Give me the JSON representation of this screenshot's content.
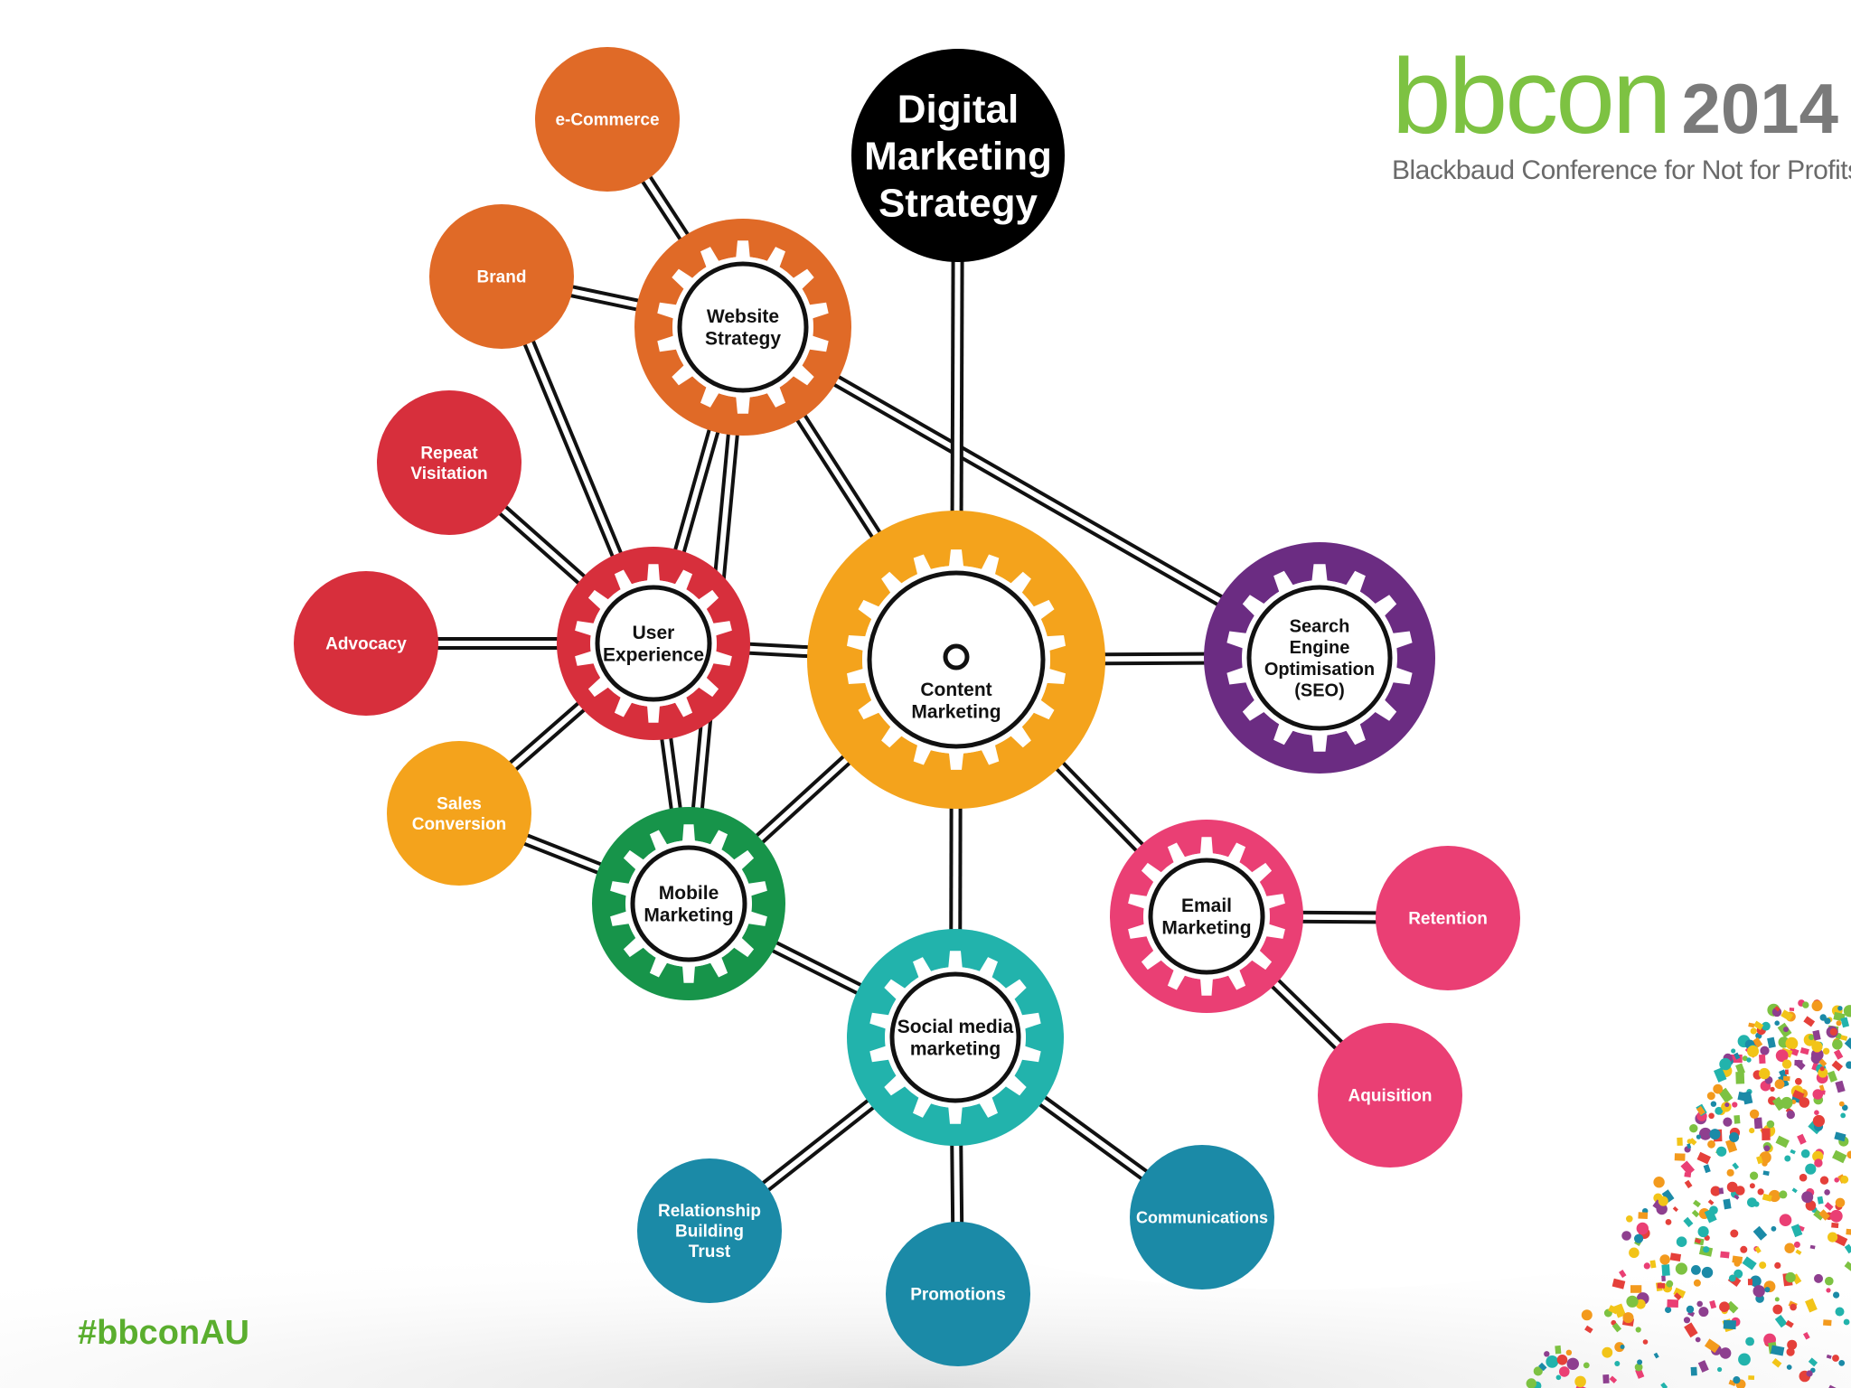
{
  "logo": {
    "word": "bbcon",
    "year": "2014",
    "tagline": "Blackbaud Conference for Not for Profits",
    "color": "#7dc242"
  },
  "hashtag": "#bbconAU",
  "diagram": {
    "title_lines": [
      "Digital",
      "Marketing",
      "Strategy"
    ],
    "hubs": [
      {
        "id": "website",
        "lines": [
          "Website",
          "Strategy"
        ],
        "color": "#e06a27"
      },
      {
        "id": "ux",
        "lines": [
          "User",
          "Experience"
        ],
        "color": "#d72f3c"
      },
      {
        "id": "content",
        "lines": [
          "Content",
          "Marketing"
        ],
        "color": "#f4a31c"
      },
      {
        "id": "seo",
        "lines": [
          "Search",
          "Engine",
          "Optimisation",
          "(SEO)"
        ],
        "color": "#6b2c82"
      },
      {
        "id": "mobile",
        "lines": [
          "Mobile",
          "Marketing"
        ],
        "color": "#17944a"
      },
      {
        "id": "email",
        "lines": [
          "Email",
          "Marketing"
        ],
        "color": "#ea3f74"
      },
      {
        "id": "social",
        "lines": [
          "Social media",
          "marketing"
        ],
        "color": "#22b3ac"
      }
    ],
    "satellites": [
      {
        "id": "ecommerce",
        "lines": [
          "e-Commerce"
        ],
        "color": "#e06a27"
      },
      {
        "id": "brand",
        "lines": [
          "Brand"
        ],
        "color": "#e06a27"
      },
      {
        "id": "repeat",
        "lines": [
          "Repeat",
          "Visitation"
        ],
        "color": "#d72f3c"
      },
      {
        "id": "advocacy",
        "lines": [
          "Advocacy"
        ],
        "color": "#d72f3c"
      },
      {
        "id": "sales",
        "lines": [
          "Sales",
          "Conversion"
        ],
        "color": "#f4a31c"
      },
      {
        "id": "retention",
        "lines": [
          "Retention"
        ],
        "color": "#ea3f74"
      },
      {
        "id": "aquisition",
        "lines": [
          "Aquisition"
        ],
        "color": "#ea3f74"
      },
      {
        "id": "relationship",
        "lines": [
          "Relationship",
          "Building",
          "Trust"
        ],
        "color": "#1b8aa7"
      },
      {
        "id": "promotions",
        "lines": [
          "Promotions"
        ],
        "color": "#1b8aa7"
      },
      {
        "id": "communications",
        "lines": [
          "Communications"
        ],
        "color": "#1b8aa7"
      }
    ],
    "connections": [
      [
        "ecommerce",
        "website"
      ],
      [
        "brand",
        "website"
      ],
      [
        "brand",
        "ux"
      ],
      [
        "website",
        "ux"
      ],
      [
        "website",
        "mobile"
      ],
      [
        "website",
        "content"
      ],
      [
        "website",
        "seo"
      ],
      [
        "repeat",
        "ux"
      ],
      [
        "advocacy",
        "ux"
      ],
      [
        "ux",
        "content"
      ],
      [
        "ux",
        "mobile"
      ],
      [
        "ux",
        "sales"
      ],
      [
        "sales",
        "mobile"
      ],
      [
        "mobile",
        "content"
      ],
      [
        "mobile",
        "social"
      ],
      [
        "content",
        "seo"
      ],
      [
        "content",
        "email"
      ],
      [
        "content",
        "social"
      ],
      [
        "email",
        "retention"
      ],
      [
        "email",
        "aquisition"
      ],
      [
        "social",
        "relationship"
      ],
      [
        "social",
        "promotions"
      ],
      [
        "social",
        "communications"
      ],
      [
        "title",
        "content"
      ]
    ]
  }
}
